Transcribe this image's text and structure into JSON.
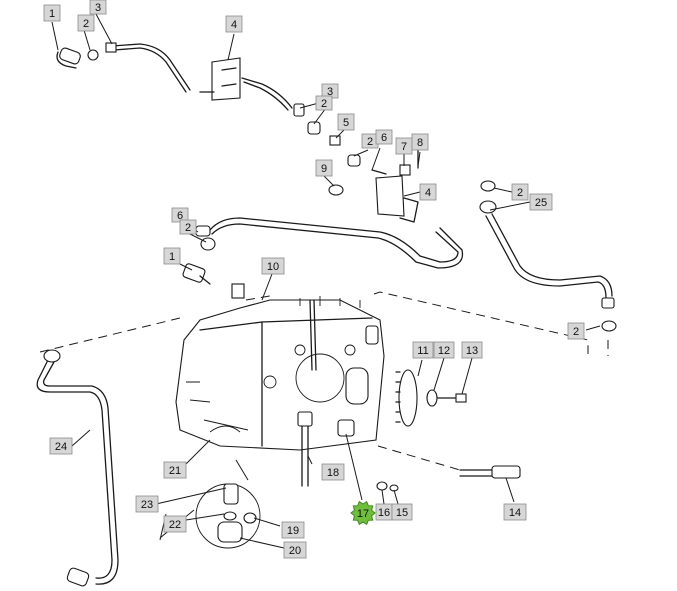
{
  "labels": [
    {
      "id": "l1a",
      "text": "1"
    },
    {
      "id": "l2a",
      "text": "2"
    },
    {
      "id": "l3a",
      "text": "3"
    },
    {
      "id": "l4a",
      "text": "4"
    },
    {
      "id": "l3b",
      "text": "3"
    },
    {
      "id": "l2b",
      "text": "2"
    },
    {
      "id": "l5",
      "text": "5"
    },
    {
      "id": "l2c",
      "text": "2"
    },
    {
      "id": "l6a",
      "text": "6"
    },
    {
      "id": "l7",
      "text": "7"
    },
    {
      "id": "l8",
      "text": "8"
    },
    {
      "id": "l9",
      "text": "9"
    },
    {
      "id": "l4b",
      "text": "4"
    },
    {
      "id": "l2d",
      "text": "2"
    },
    {
      "id": "l25",
      "text": "25"
    },
    {
      "id": "l6b",
      "text": "6"
    },
    {
      "id": "l2e",
      "text": "2"
    },
    {
      "id": "l1b",
      "text": "1"
    },
    {
      "id": "l10",
      "text": "10"
    },
    {
      "id": "l2f",
      "text": "2"
    },
    {
      "id": "l11",
      "text": "11"
    },
    {
      "id": "l12",
      "text": "12"
    },
    {
      "id": "l13",
      "text": "13"
    },
    {
      "id": "l24",
      "text": "24"
    },
    {
      "id": "l21",
      "text": "21"
    },
    {
      "id": "l18",
      "text": "18"
    },
    {
      "id": "l23",
      "text": "23"
    },
    {
      "id": "l22",
      "text": "22"
    },
    {
      "id": "l19",
      "text": "19"
    },
    {
      "id": "l20",
      "text": "20"
    },
    {
      "id": "l17",
      "text": "17"
    },
    {
      "id": "l16",
      "text": "16"
    },
    {
      "id": "l15",
      "text": "15"
    },
    {
      "id": "l14",
      "text": "14"
    }
  ],
  "colors": {
    "label_fill": "#d6d6d6",
    "highlight": "#6fbf3c",
    "line": "#1a1a1a"
  }
}
